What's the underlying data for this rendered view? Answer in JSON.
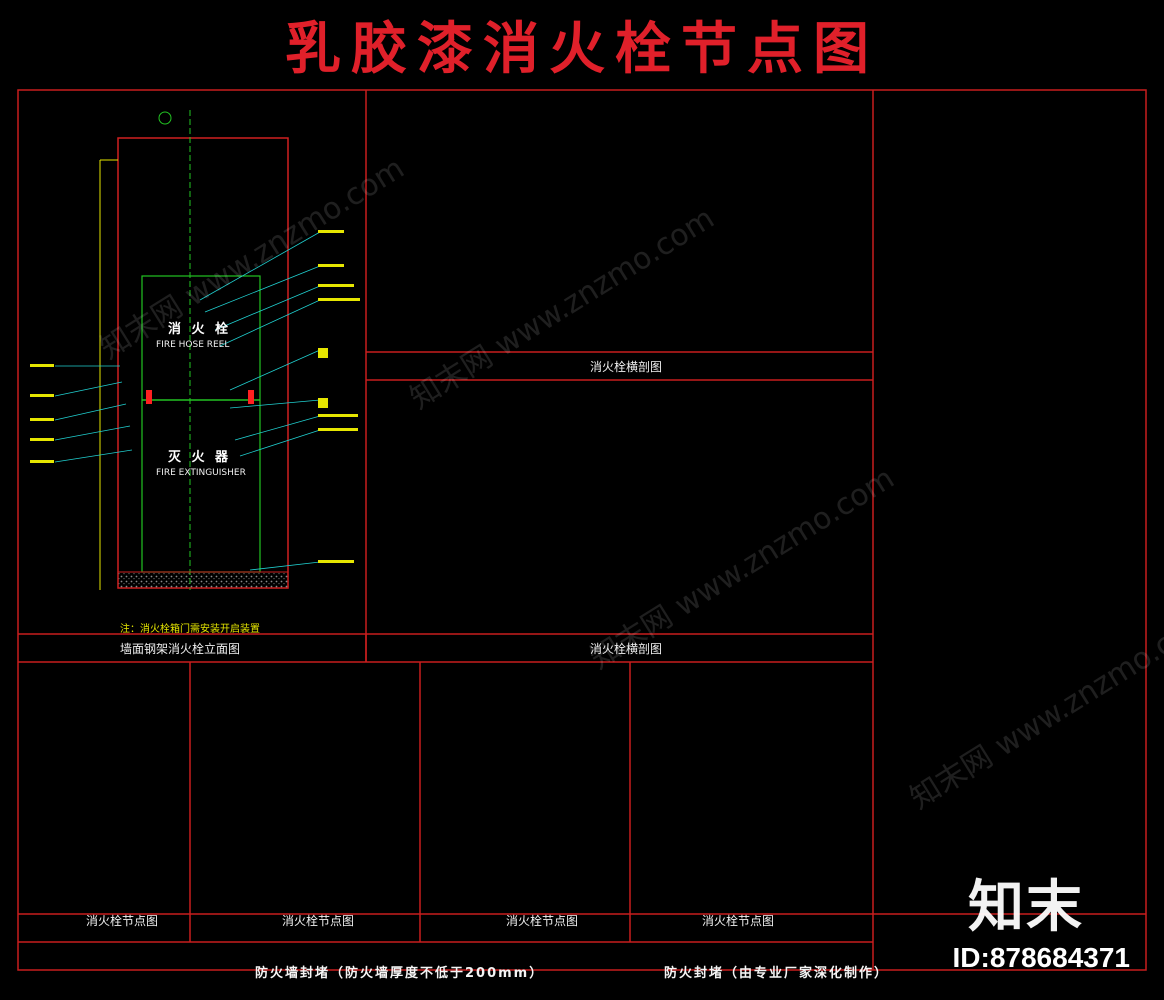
{
  "title": "乳胶漆消火栓节点图",
  "panels": {
    "elevation_caption": "墙面钢架消火栓立面图",
    "plan_top_caption": "消火栓横剖图",
    "plan_mid_caption": "消火栓横剖图",
    "detail_caption_1": "消火栓节点图",
    "detail_caption_2": "消火栓节点图",
    "detail_caption_3": "消火栓节点图",
    "detail_caption_4": "消火栓节点图"
  },
  "cabinet": {
    "label_top": "消 火 栓",
    "label_bottom": "灭 火 器",
    "sub_top": "FIRE HOSE REEL",
    "sub_bottom": "FIRE EXTINGUISHER"
  },
  "notes": {
    "elevation_note": "注：消火栓箱门需安装开启装置"
  },
  "footer": {
    "left": "防火墙封堵（防火墙厚度不低于200mm）",
    "right": "防火封堵（由专业厂家深化制作）"
  },
  "brand": "知末",
  "watermark": "知末网 www.znzmo.com",
  "image_id": "ID:878684371",
  "colors": {
    "background": "#000000",
    "title": "#e0202a",
    "frame": "#d02020",
    "line_green": "#22c322",
    "line_yellow": "#e6e600",
    "line_cyan": "#20d0d0",
    "line_red": "#ff2020",
    "hatch": "#9a9a9a"
  }
}
